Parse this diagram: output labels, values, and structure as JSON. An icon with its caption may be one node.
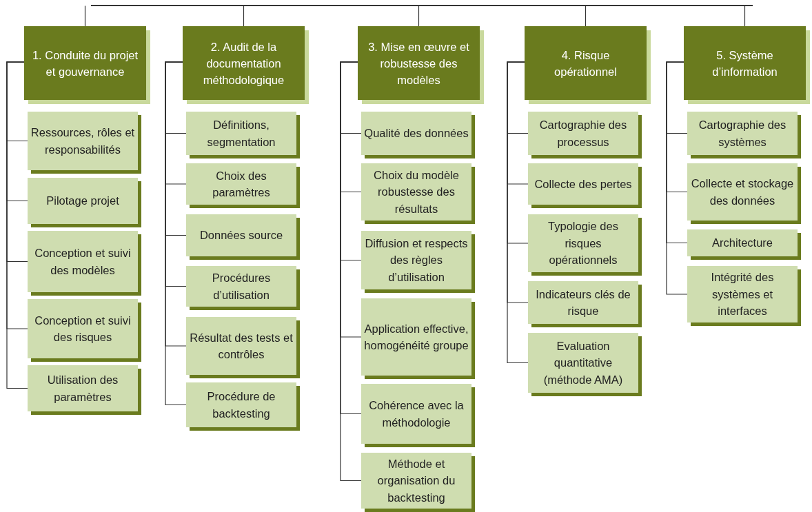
{
  "diagram": {
    "nodes": [
      {
        "text": [],
        "shape": "bar"
      },
      {
        "text": [
          "1. Conduite du projet et gouvernance"
        ]
      },
      {
        "text": [
          "Ressources, rôles et responsabilités"
        ]
      },
      {
        "text": [
          "Pilotage projet"
        ]
      },
      {
        "text": [
          "Conception et suivi des modèles"
        ]
      },
      {
        "text": [
          "Conception et suivi des risques"
        ]
      },
      {
        "text": [
          "Utilisation des paramètres"
        ]
      },
      {
        "text": [
          "2. Audit de la documentation méthodologique"
        ]
      },
      {
        "text": [
          "Définitions, segmentation"
        ]
      },
      {
        "text": [
          "Choix des paramètres"
        ]
      },
      {
        "text": [
          "Données source"
        ]
      },
      {
        "text": [
          "Procédures d’utilisation"
        ]
      },
      {
        "text": [
          "Résultat des tests et contrôles"
        ]
      },
      {
        "text": [
          "Procédure de backtesting"
        ]
      },
      {
        "text": [
          "3. Mise en œuvre et robustesse des modèles"
        ]
      },
      {
        "text": [
          "Qualité des données"
        ]
      },
      {
        "text": [
          "Choix du modèle robustesse des résultats"
        ]
      },
      {
        "text": [
          "Diffusion et respects des règles d’utilisation"
        ]
      },
      {
        "text": [
          "Application effective, homogénéité groupe"
        ]
      },
      {
        "text": [
          "Cohérence avec la méthodologie"
        ]
      },
      {
        "text": [
          "Méthode et organisation du backtesting"
        ]
      },
      {
        "text": [
          "4. Risque opérationnel"
        ]
      },
      {
        "text": [
          "Cartographie des processus"
        ]
      },
      {
        "text": [
          "Collecte des pertes"
        ]
      },
      {
        "text": [
          "Typologie des risques opérationnels"
        ]
      },
      {
        "text": [
          "Indicateurs clés de risque"
        ]
      },
      {
        "text": [
          "Evaluation quantitative (méthode AMA)"
        ]
      },
      {
        "text": [
          "5. Système d’information"
        ]
      },
      {
        "text": [
          "Cartographie des systèmes"
        ]
      },
      {
        "text": [
          "Collecte et stockage des données"
        ]
      },
      {
        "text": [
          "Architecture"
        ]
      },
      {
        "text": [
          "Intégrité des systèmes et interfaces"
        ]
      }
    ],
    "edges": [
      {
        "from": 0,
        "to": 1,
        "arrow": "none"
      },
      {
        "from": 0,
        "to": 7,
        "arrow": "none"
      },
      {
        "from": 0,
        "to": 14,
        "arrow": "none"
      },
      {
        "from": 0,
        "to": 21,
        "arrow": "none"
      },
      {
        "from": 0,
        "to": 27,
        "arrow": "none"
      },
      {
        "from": 1,
        "to": 2,
        "arrow": "none"
      },
      {
        "from": 1,
        "to": 3,
        "arrow": "none"
      },
      {
        "from": 1,
        "to": 4,
        "arrow": "none"
      },
      {
        "from": 1,
        "to": 5,
        "arrow": "none"
      },
      {
        "from": 1,
        "to": 6,
        "arrow": "none"
      },
      {
        "from": 7,
        "to": 8,
        "arrow": "none"
      },
      {
        "from": 7,
        "to": 9,
        "arrow": "none"
      },
      {
        "from": 7,
        "to": 10,
        "arrow": "none"
      },
      {
        "from": 7,
        "to": 11,
        "arrow": "none"
      },
      {
        "from": 7,
        "to": 12,
        "arrow": "none"
      },
      {
        "from": 7,
        "to": 13,
        "arrow": "none"
      },
      {
        "from": 14,
        "to": 15,
        "arrow": "none"
      },
      {
        "from": 14,
        "to": 16,
        "arrow": "none"
      },
      {
        "from": 14,
        "to": 17,
        "arrow": "none"
      },
      {
        "from": 14,
        "to": 18,
        "arrow": "none"
      },
      {
        "from": 14,
        "to": 19,
        "arrow": "none"
      },
      {
        "from": 14,
        "to": 20,
        "arrow": "none"
      },
      {
        "from": 21,
        "to": 22,
        "arrow": "none"
      },
      {
        "from": 21,
        "to": 23,
        "arrow": "none"
      },
      {
        "from": 21,
        "to": 24,
        "arrow": "none"
      },
      {
        "from": 21,
        "to": 25,
        "arrow": "none"
      },
      {
        "from": 21,
        "to": 26,
        "arrow": "none"
      },
      {
        "from": 27,
        "to": 28,
        "arrow": "none"
      },
      {
        "from": 27,
        "to": 29,
        "arrow": "none"
      },
      {
        "from": 27,
        "to": 30,
        "arrow": "none"
      },
      {
        "from": 27,
        "to": 31,
        "arrow": "none"
      }
    ]
  }
}
